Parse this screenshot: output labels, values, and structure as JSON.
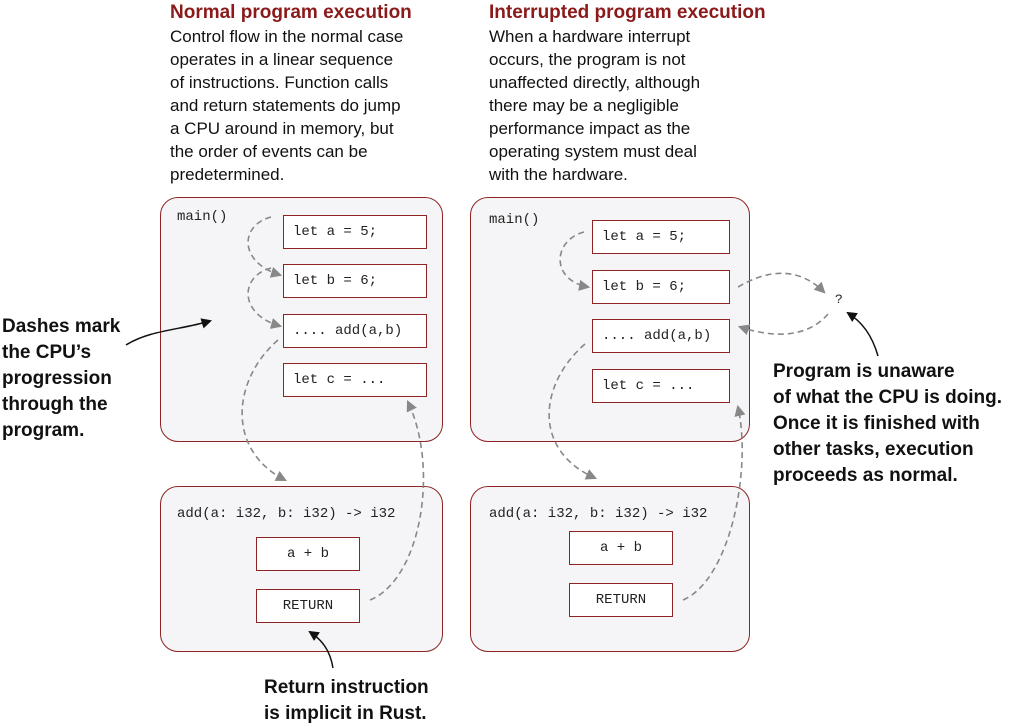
{
  "normal": {
    "title": "Normal program execution",
    "description": [
      "Control flow in the normal case",
      "operates in a linear sequence",
      "of instructions. Function calls",
      "and return statements do jump",
      "a CPU around in memory, but",
      "the order of events can be",
      "predetermined."
    ],
    "main_label": "main()",
    "main_lines": [
      "let a = 5;",
      "let b = 6;",
      ".... add(a,b)",
      "let c = ..."
    ],
    "fn_signature": "add(a: i32, b: i32) -> i32",
    "fn_lines": [
      "a + b",
      "RETURN"
    ]
  },
  "interrupted": {
    "title": "Interrupted program execution",
    "description": [
      "When a hardware interrupt",
      "occurs, the program is not",
      "unaffected directly, although",
      "there may be a negligible",
      "performance impact as the",
      "operating system must deal",
      "with the hardware."
    ],
    "main_label": "main()",
    "main_lines": [
      "let a = 5;",
      "let b = 6;",
      ".... add(a,b)",
      "let c = ..."
    ],
    "fn_signature": "add(a: i32, b: i32) -> i32",
    "fn_lines": [
      "a + b",
      "RETURN"
    ],
    "unknown_marker": "?"
  },
  "callouts": {
    "dashes": [
      "Dashes mark",
      "the CPU’s",
      "progression",
      "through the",
      "program."
    ],
    "return": [
      "Return instruction",
      "is implicit in Rust."
    ],
    "unaware": [
      "Program is unaware",
      "of what the CPU is doing.",
      "Once it is finished with",
      "other tasks, execution",
      "proceeds as normal."
    ]
  },
  "colors": {
    "frame_border": "#8e2424",
    "title": "#8b1a1a",
    "arrow": "#888888",
    "frame_fill": "#f5f5f7"
  }
}
